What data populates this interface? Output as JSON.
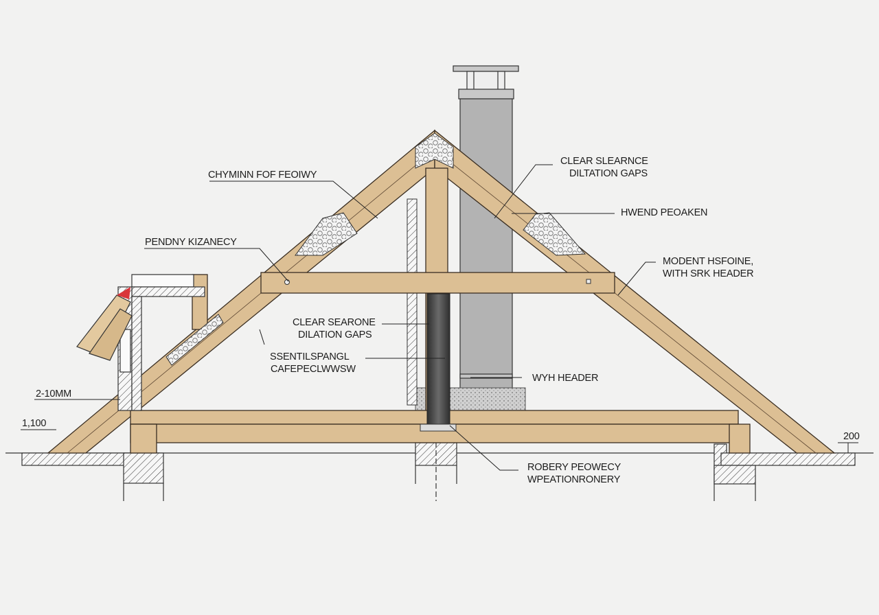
{
  "colors": {
    "timber": "#dcbf94",
    "timber_edge": "#3a2e22",
    "concrete": "#b3b3b3",
    "flue": "#4a4a4a",
    "background": "#f2f2f1",
    "accent": "#d9363a"
  },
  "labels": {
    "chimney_top": "CHYMINN FOF FEOIWY",
    "pendny": "PENDNY KIZANECY",
    "clear_slearnce": [
      "CLEAR SLEARNCE",
      "DILTATION GAPS"
    ],
    "hwend": "HWEND PEOAKEN",
    "modent": [
      "MODENT HSFOINE,",
      "WITH SRK HEADER"
    ],
    "clear_searone": [
      "CLEAR SEARONE",
      "DILATION GAPS"
    ],
    "ssentil": [
      "SSENTILSPANGL",
      "CAFEPECLWWSW"
    ],
    "wyh_header": "WYH HEADER",
    "robery": [
      "ROBERY PEOWECY",
      "WPEATIONRONERY"
    ]
  },
  "dimensions": {
    "left_upper": "2-10MM",
    "left_lower": "1,100",
    "right": "200"
  }
}
